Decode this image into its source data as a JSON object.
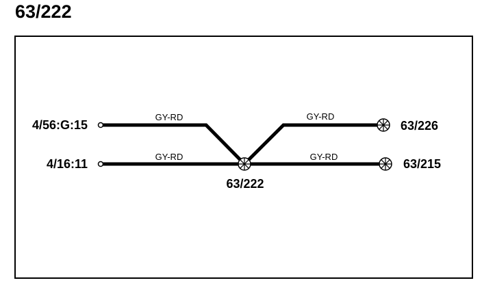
{
  "title": "63/222",
  "connectors": {
    "left_top": "4/56:G:15",
    "left_bottom": "4/16:11",
    "right_top": "63/226",
    "right_bottom": "63/215",
    "splice": "63/222"
  },
  "wires": {
    "upper_left": "GY-RD",
    "upper_right": "GY-RD",
    "lower_left": "GY-RD",
    "lower_right": "GY-RD"
  },
  "colors": {
    "line": "#000000",
    "background": "#ffffff"
  }
}
